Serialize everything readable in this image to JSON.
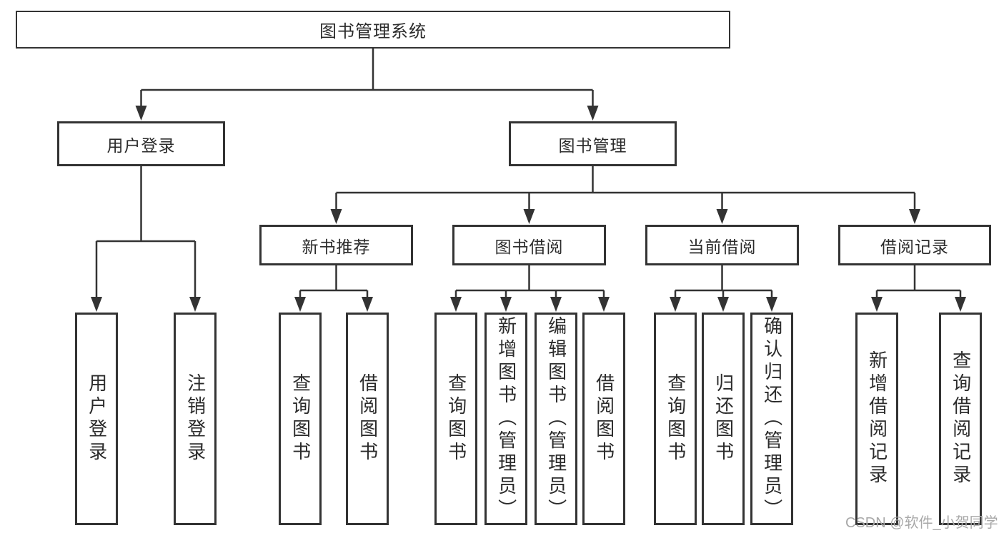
{
  "diagram_title": "图书管理系统",
  "tree": {
    "root": "图书管理系统",
    "user_login": {
      "label": "用户登录",
      "children": [
        "用户登录",
        "注销登录"
      ]
    },
    "book_mgmt": {
      "label": "图书管理",
      "sections": [
        {
          "label": "新书推荐",
          "children": [
            "查询图书",
            "借阅图书"
          ]
        },
        {
          "label": "图书借阅",
          "children": [
            "查询图书",
            "新增图书（管理员）",
            "编辑图书（管理员）",
            "借阅图书"
          ]
        },
        {
          "label": "当前借阅",
          "children": [
            "查询图书",
            "归还图书",
            "确认归还（管理员）"
          ]
        },
        {
          "label": "借阅记录",
          "children": [
            "新增借阅记录",
            "查询借阅记录"
          ]
        }
      ]
    }
  },
  "watermark": "CSDN @软件_小贺同学",
  "colors": {
    "line": "#333333",
    "text": "#2b2b2b",
    "background": "#ffffff",
    "watermark": "#a8a8a8"
  }
}
